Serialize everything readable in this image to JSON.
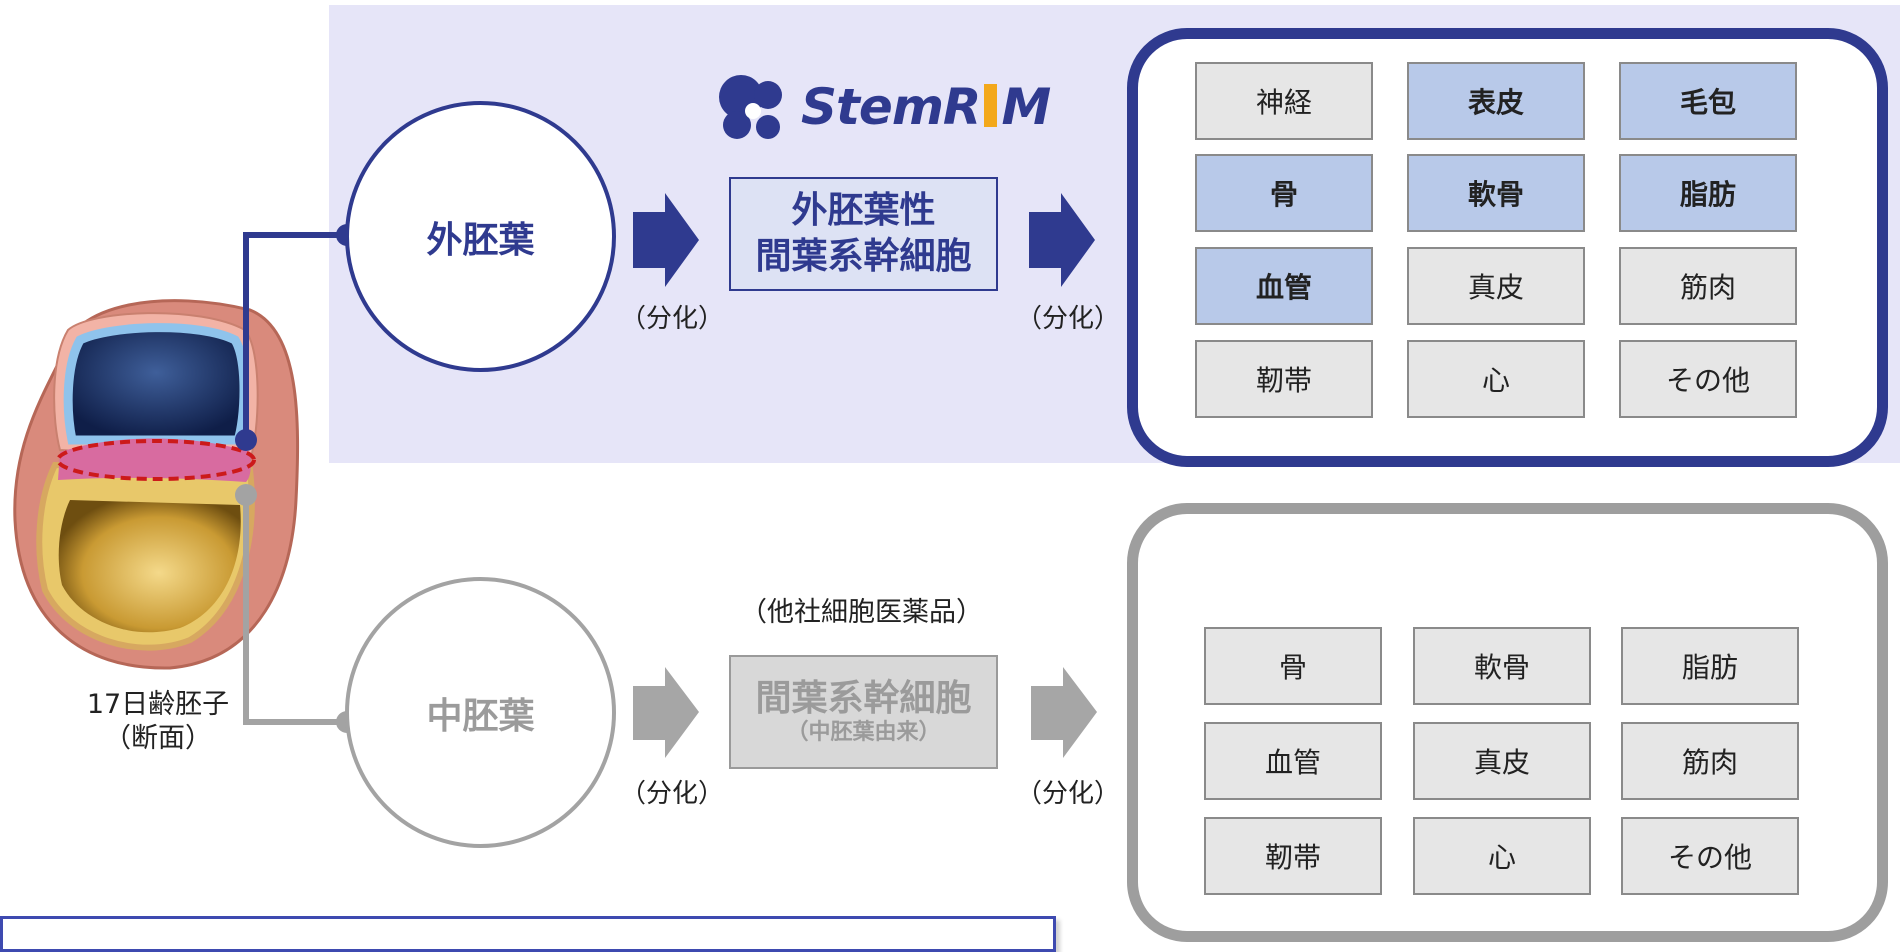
{
  "logo": {
    "name_main": "StemR",
    "name_tail": "M"
  },
  "ectoderm": {
    "label": "外胚葉",
    "differentiation_left": "（分化）",
    "differentiation_right": "（分化）",
    "stem_cell_lines": [
      "外胚葉性",
      "間葉系幹細胞"
    ],
    "cells": [
      {
        "label": "神経",
        "highlighted": false
      },
      {
        "label": "表皮",
        "highlighted": true
      },
      {
        "label": "毛包",
        "highlighted": true
      },
      {
        "label": "骨",
        "highlighted": true
      },
      {
        "label": "軟骨",
        "highlighted": true
      },
      {
        "label": "脂肪",
        "highlighted": true
      },
      {
        "label": "血管",
        "highlighted": true
      },
      {
        "label": "真皮",
        "highlighted": false
      },
      {
        "label": "筋肉",
        "highlighted": false
      },
      {
        "label": "靭帯",
        "highlighted": false
      },
      {
        "label": "心",
        "highlighted": false
      },
      {
        "label": "その他",
        "highlighted": false
      }
    ]
  },
  "mesoderm": {
    "label": "中胚葉",
    "differentiation_left": "（分化）",
    "differentiation_right": "（分化）",
    "company_label": "（他社細胞医薬品）",
    "stem_cell": "間葉系幹細胞",
    "stem_cell_origin": "（中胚葉由来）",
    "cells": [
      "骨",
      "軟骨",
      "脂肪",
      "血管",
      "真皮",
      "筋肉",
      "靭帯",
      "心",
      "その他"
    ]
  },
  "embryo": {
    "lines": [
      "17日齢胚子",
      "（断面）"
    ]
  },
  "colors": {
    "ectoderm": "#2f3a8f",
    "mesoderm": "#a3a3a3",
    "band": "#e6e5f8",
    "highlight_cell": "#b8c9e9",
    "cell": "#e6e6e6",
    "logo_accent": "#f3a81b"
  },
  "icons": [
    "right-arrow-icon",
    "stemrim-logo-icon",
    "embryo-cross-section-image"
  ]
}
